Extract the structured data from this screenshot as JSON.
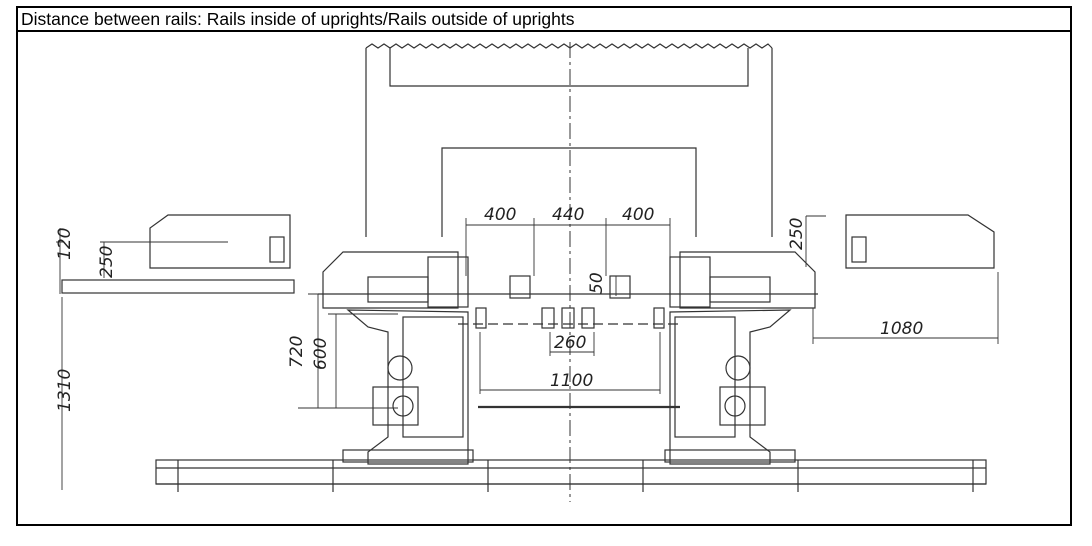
{
  "header": {
    "title": "Distance between rails: Rails inside of uprights/Rails outside of uprights"
  },
  "dimensions": {
    "d400_left": "400",
    "d440": "440",
    "d400_right": "400",
    "d50": "50",
    "d250_right": "250",
    "d120": "120",
    "d250_left": "250",
    "d720": "720",
    "d600": "600",
    "d1310": "1310",
    "d260": "260",
    "d1100": "1100",
    "d1080": "1080"
  },
  "colors": {
    "line": "#333333",
    "frame": "#000000",
    "background": "#ffffff"
  }
}
